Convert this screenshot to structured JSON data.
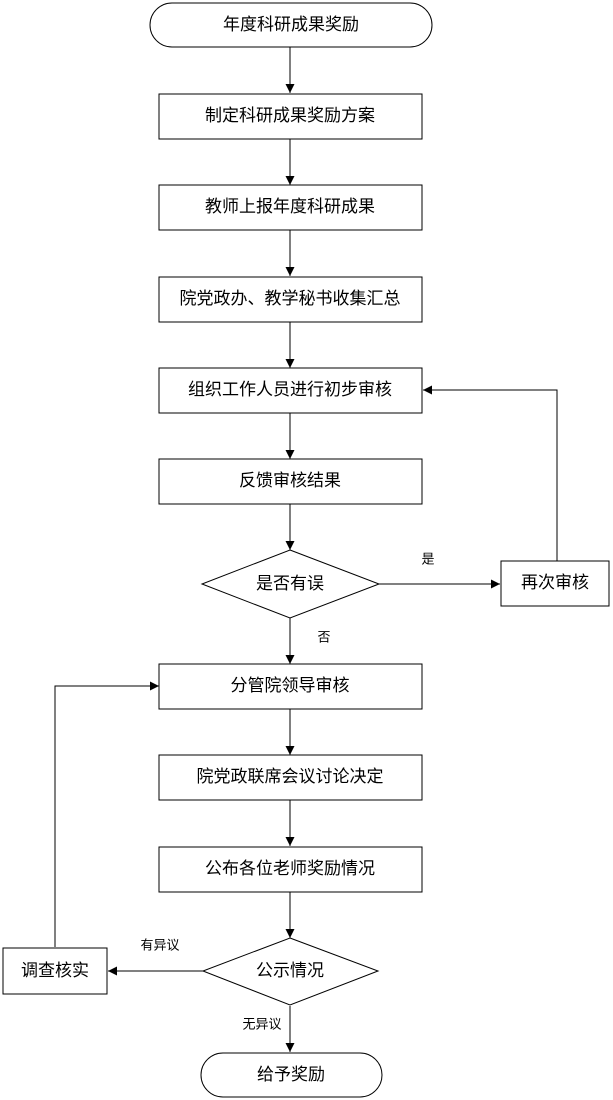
{
  "nodes": {
    "start": "年度科研成果奖励",
    "make_plan": "制定科研成果奖励方案",
    "teacher_report": "教师上报年度科研成果",
    "collect_summary": "院党政办、教学秘书收集汇总",
    "initial_review": "组织工作人员进行初步审核",
    "feedback_result": "反馈审核结果",
    "decision_error": "是否有误",
    "re_review": "再次审核",
    "leader_review": "分管院领导审核",
    "joint_meeting": "院党政联席会议讨论决定",
    "announce_awards": "公布各位老师奖励情况",
    "decision_publicity": "公示情况",
    "investigate": "调查核实",
    "end": "给予奖励"
  },
  "edge_labels": {
    "yes": "是",
    "no": "否",
    "has_objection": "有异议",
    "no_objection": "无异议"
  }
}
